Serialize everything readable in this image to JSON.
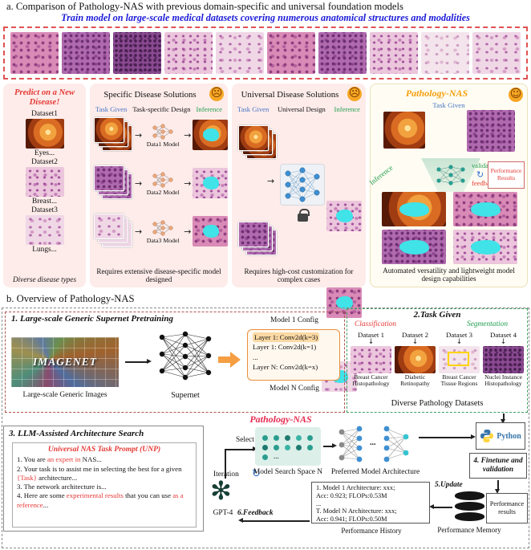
{
  "icons": {
    "sad": "☹",
    "smile": "☺",
    "arrow_right": "→",
    "arrow_down": "↓",
    "cycle": "↻",
    "gpt": "✻",
    "dots": "..."
  },
  "colors": {
    "banner_blue": "#1b1bd8",
    "red": "#e53935",
    "task_blue": "#4472c4",
    "green": "#1f9d4d",
    "orange": "#f59e0b",
    "crimson": "#e52b50",
    "teal": "#2a9d8f",
    "panel_pink": "#fdecea",
    "cyan_blob": "#3fe3e8"
  },
  "a": {
    "title": "a. Comparison of Pathology-NAS with previous domain-specific and universal foundation models",
    "banner": "Train model on large-scale medical datasets covering numerous anatomical structures and modalities",
    "predict": {
      "title": "Predict on a New Disease!",
      "datasets": [
        {
          "name": "Dataset1",
          "organ": "Eyes..."
        },
        {
          "name": "Dataset2",
          "organ": "Breast..."
        },
        {
          "name": "Dataset3",
          "organ": "Lungs..."
        }
      ],
      "caption": "Diverse disease types"
    },
    "specific": {
      "title": "Specific Disease Solutions",
      "task_given": "Task Given",
      "design": "Task-specific Design",
      "inference": "Inference",
      "models": [
        "Data1 Model",
        "Data2 Model",
        "Data3 Model"
      ],
      "caption": "Requires extensive disease-specific model designed"
    },
    "universal": {
      "title": "Universal Disease Solutions",
      "task_given": "Task Given",
      "design": "Universal Design",
      "inference": "Inference",
      "caption": "Requires high-cost customization for complex cases"
    },
    "pnas": {
      "title": "Pathology-NAS",
      "task_given": "Task Given",
      "validation": "validation",
      "feedback": "feedback",
      "performance_results": "Performance Results",
      "inference": "Inference",
      "caption": "Automated versatility and lightweight model design capabilities"
    }
  },
  "b": {
    "title": "b. Overview of Pathology-NAS",
    "step1": {
      "title": "1. Large-scale Generic Supernet Pretraining",
      "imagenet": "IMAGENET",
      "images_caption": "Large-scale Generic Images",
      "supernet": "Supernet",
      "config_top": "Model 1 Config",
      "config_lines": [
        "Layer 1: Conv2d(k=3)",
        "Layer 1: Conv2d(k=1)",
        "...",
        "Layer N: Conv2d(k=x)"
      ],
      "config_bottom": "Model N Config"
    },
    "step2": {
      "title": "2.Task Given",
      "classification": "Classification",
      "segmentation": "Segmentation",
      "columns": [
        {
          "name": "Dataset 1",
          "label": "Breast Cancer Histopathology"
        },
        {
          "name": "Dataset 2",
          "label": "Diabetic Retinopathy"
        },
        {
          "name": "Dataset 3",
          "label": "Breast Cancer Tissue Regions"
        },
        {
          "name": "Dataset 4",
          "label": "Nuclei Instance Histopathology"
        }
      ],
      "caption": "Diverse Pathology Datasets"
    },
    "step3": {
      "title": "3. LLM-Assisted Architecture Search",
      "prompt_title": "Universal NAS Task Prompt (UNP)",
      "lines": [
        {
          "p1": "1. You are ",
          "h1": "an expert in",
          "p2": " NAS...",
          "h2": "",
          "p3": ""
        },
        {
          "p1": "2. Your task is to assist me in selecting the best for a given ",
          "h1": "{Task}",
          "p2": " architecture...",
          "h2": "",
          "p3": ""
        },
        {
          "p1": "3. The network architecture is...",
          "h1": "",
          "p2": "",
          "h2": "",
          "p3": ""
        },
        {
          "p1": "4. Here are some ",
          "h1": "experimental results",
          "p2": " that you can use ",
          "h2": "as a reference",
          "p3": "..."
        }
      ]
    },
    "flow": {
      "pnas": "Pathology-NAS",
      "select": "Select",
      "iteration": "Iteration",
      "gpt": "GPT-4",
      "search_space": "Model Search Space N",
      "preferred": "Preferred Model Architecture",
      "python": "Python",
      "finetune": "4. Finetune and validation",
      "update": "5.Update",
      "feedback": "6.Feedback",
      "memory": "Performance Memory",
      "results": "Performance results",
      "history_label": "Performance History",
      "history": [
        "1. Model 1 Architecture: xxx;",
        "Acc: 0.923; FLOPs:0.53M",
        "...",
        "T. Model N Architecture: xxx;",
        "Acc: 0.941; FLOPs:0.50M"
      ]
    }
  }
}
